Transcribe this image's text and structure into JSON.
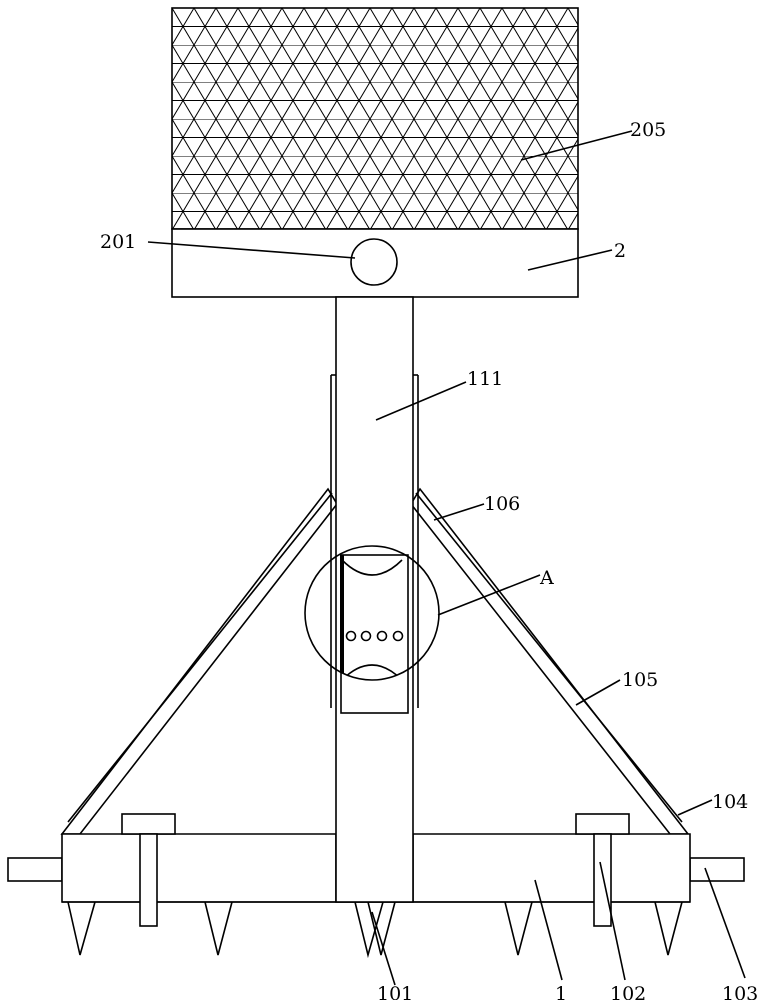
{
  "figure": {
    "labels": {
      "l205": "205",
      "l201": "201",
      "l2": "2",
      "l111": "111",
      "l106": "106",
      "lA": "A",
      "l105": "105",
      "l104": "104",
      "l101": "101",
      "l1": "1",
      "l102": "102",
      "l103": "103"
    },
    "components": [
      "solar-panel",
      "panel-housing",
      "housing-circle",
      "telescopic-pole",
      "detail-circle-a",
      "brace-left",
      "brace-right",
      "base-beam",
      "ground-spikes",
      "bolts",
      "end-rods"
    ]
  }
}
